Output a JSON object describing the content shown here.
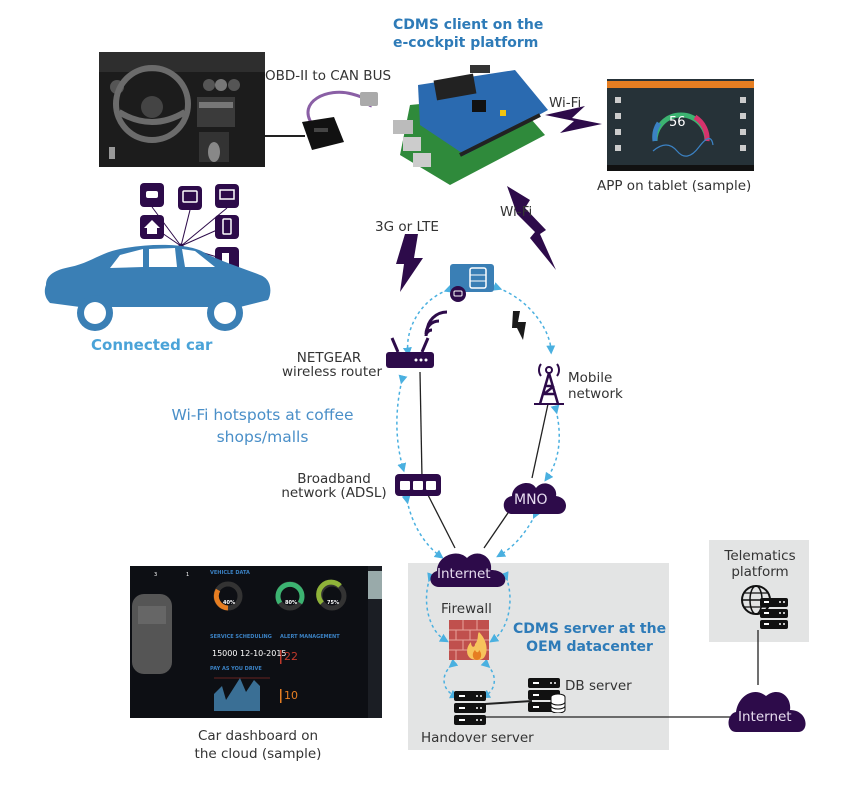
{
  "diagram": {
    "title": "CDMS connected car architecture",
    "nodes": {
      "cdms_client": {
        "label_line1": "CDMS client on the",
        "label_line2": "e-cockpit platform"
      },
      "obd": {
        "label": "OBD-II to CAN BUS"
      },
      "tablet_app": {
        "label": "APP on tablet (sample)",
        "gauge_value": "56"
      },
      "connected_car": {
        "label": "Connected car"
      },
      "wifi_link_tablet": {
        "label": "Wi-Fi"
      },
      "link_3g": {
        "label": "3G or LTE"
      },
      "wifi_link_router": {
        "label": "Wi-Fi"
      },
      "router": {
        "label_line1": "NETGEAR",
        "label_line2": "wireless router"
      },
      "mobile_network": {
        "label_line1": "Mobile",
        "label_line2": "network"
      },
      "hotspots": {
        "label_line1": "Wi-Fi hotspots at coffee",
        "label_line2": "shops/malls"
      },
      "broadband": {
        "label_line1": "Broadband",
        "label_line2": "network (ADSL)"
      },
      "mno": {
        "label": "MNO"
      },
      "internet_main": {
        "label": "Internet"
      },
      "firewall": {
        "label": "Firewall"
      },
      "cdms_server": {
        "label_line1": "CDMS server at the",
        "label_line2": "OEM datacenter"
      },
      "db_server": {
        "label": "DB server"
      },
      "handover_server": {
        "label": "Handover server"
      },
      "telematics": {
        "label_line1": "Telematics",
        "label_line2": "platform"
      },
      "internet_right": {
        "label": "Internet"
      },
      "cloud_dashboard": {
        "label_line1": "Car dashboard on",
        "label_line2": "the cloud (sample)"
      }
    },
    "dashboard_sample": {
      "section_vehicle": "VEHICLE DATA",
      "fuel": "40%",
      "battery": "80%",
      "oil": "75%",
      "section_service": "SERVICE SCHEDULING",
      "mileage": "15000",
      "date": "12-10-2015",
      "section_alert": "ALERT MANAGEMENT",
      "critical_alerts": "22",
      "warning_alerts": "10",
      "section_payd": "PAY AS YOU DRIVE",
      "active_cams": "3",
      "inactive_cams": "1"
    },
    "colors": {
      "dark_purple": "#2d0b4a",
      "title_blue": "#2e7bb8",
      "car_blue": "#3a7fb5",
      "light_blue": "#4aa3d8",
      "dashed_link": "#4ab0e0",
      "box_gray": "#e3e4e4"
    }
  }
}
